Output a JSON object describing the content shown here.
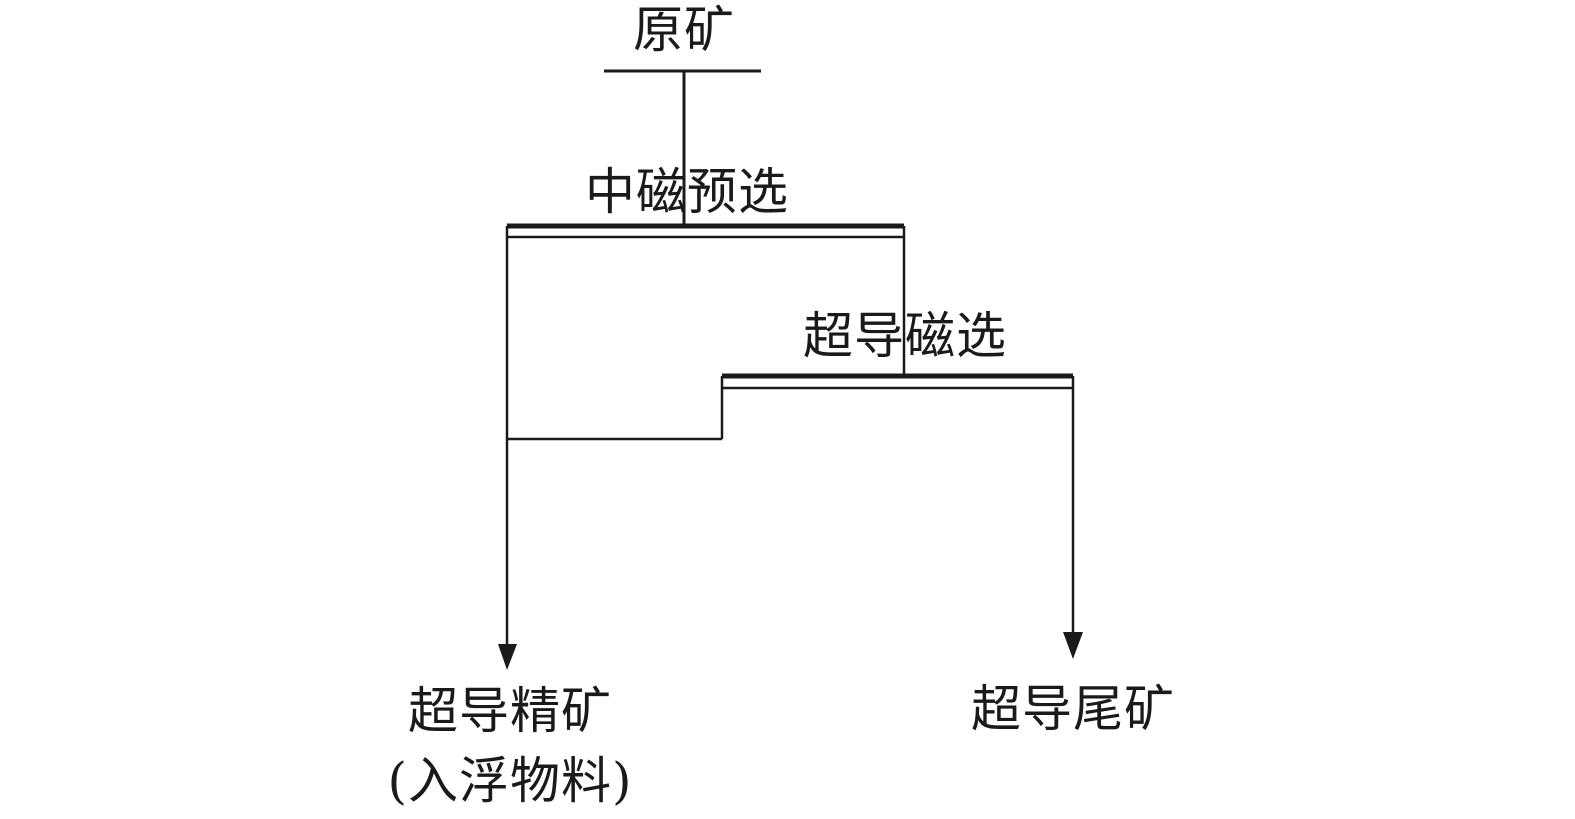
{
  "diagram": {
    "feed": {
      "label": "原矿"
    },
    "stages": [
      {
        "label": "中磁预选"
      },
      {
        "label": "超导磁选"
      }
    ],
    "products": {
      "concentrate": {
        "line1": "超导精矿",
        "line2": "(入浮物料)"
      },
      "tailings": {
        "label": "超导尾矿"
      }
    }
  },
  "colors": {
    "line": "#1a1a1a",
    "text": "#1a1a1a",
    "background": "#ffffff"
  }
}
